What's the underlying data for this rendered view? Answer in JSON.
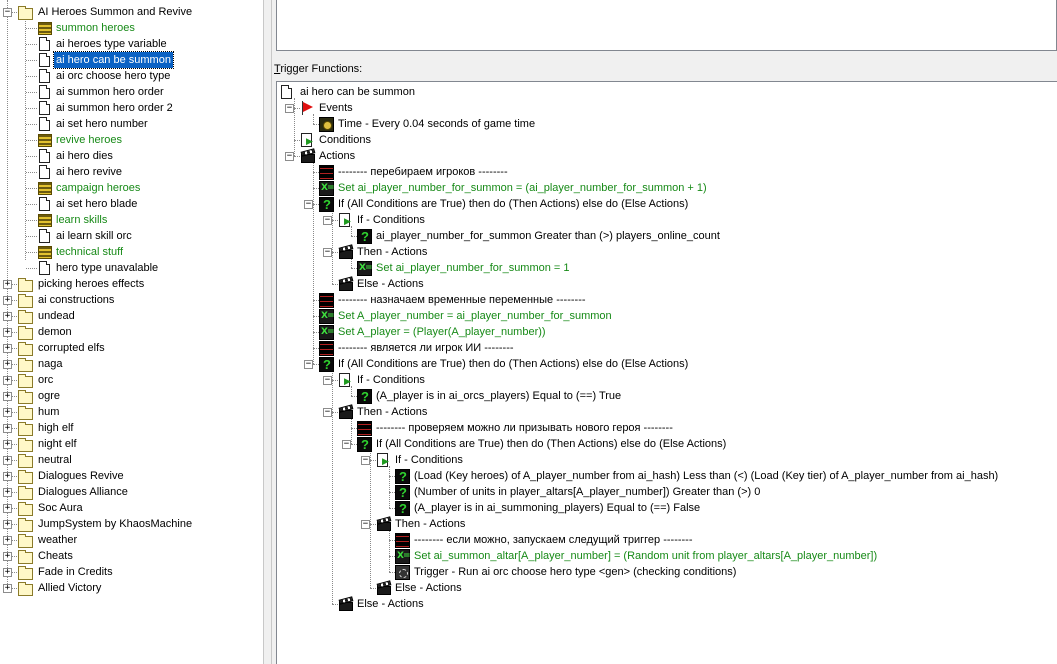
{
  "left_tree": {
    "items": [
      {
        "label": "AI Heroes Summon and Revive",
        "type": "folder",
        "level": 1,
        "expanded": true
      },
      {
        "label": "summon heroes",
        "type": "category",
        "level": 2
      },
      {
        "label": "ai heroes type variable",
        "type": "trigger",
        "level": 2
      },
      {
        "label": "ai hero can be summon",
        "type": "trigger",
        "level": 2,
        "selected": true
      },
      {
        "label": "ai orc choose hero type",
        "type": "trigger",
        "level": 2
      },
      {
        "label": "ai summon hero order",
        "type": "trigger",
        "level": 2
      },
      {
        "label": "ai summon hero order 2",
        "type": "trigger",
        "level": 2
      },
      {
        "label": "ai set hero number",
        "type": "trigger",
        "level": 2
      },
      {
        "label": "revive heroes",
        "type": "category",
        "level": 2
      },
      {
        "label": "ai hero dies",
        "type": "trigger",
        "level": 2
      },
      {
        "label": "ai hero revive",
        "type": "trigger",
        "level": 2
      },
      {
        "label": "campaign heroes",
        "type": "category",
        "level": 2
      },
      {
        "label": "ai set hero blade",
        "type": "trigger",
        "level": 2
      },
      {
        "label": "learn skills",
        "type": "category",
        "level": 2
      },
      {
        "label": "ai learn skill orc",
        "type": "trigger",
        "level": 2
      },
      {
        "label": "technical stuff",
        "type": "category",
        "level": 2
      },
      {
        "label": "hero type unavalable",
        "type": "trigger",
        "level": 2
      },
      {
        "label": "picking heroes effects",
        "type": "folder",
        "level": 0
      },
      {
        "label": "ai constructions",
        "type": "folder",
        "level": 0
      },
      {
        "label": "undead",
        "type": "folder",
        "level": 0
      },
      {
        "label": "demon",
        "type": "folder",
        "level": 0
      },
      {
        "label": "corrupted elfs",
        "type": "folder",
        "level": 0
      },
      {
        "label": "naga",
        "type": "folder",
        "level": 0
      },
      {
        "label": "orc",
        "type": "folder",
        "level": 0
      },
      {
        "label": "ogre",
        "type": "folder",
        "level": 0
      },
      {
        "label": "hum",
        "type": "folder",
        "level": 0
      },
      {
        "label": "high elf",
        "type": "folder",
        "level": 0
      },
      {
        "label": "night elf",
        "type": "folder",
        "level": 0
      },
      {
        "label": "neutral",
        "type": "folder",
        "level": 0
      },
      {
        "label": "Dialogues Revive",
        "type": "folder",
        "level": 0
      },
      {
        "label": "Dialogues Alliance",
        "type": "folder",
        "level": 0
      },
      {
        "label": "Soc Aura",
        "type": "folder",
        "level": 0
      },
      {
        "label": "JumpSystem by KhaosMachine",
        "type": "folder",
        "level": 0
      },
      {
        "label": "weather",
        "type": "folder",
        "level": 0
      },
      {
        "label": "Cheats",
        "type": "folder",
        "level": 0
      },
      {
        "label": "Fade in Credits",
        "type": "folder",
        "level": 0
      },
      {
        "label": "Allied Victory",
        "type": "folder",
        "level": 0
      }
    ]
  },
  "right_panel": {
    "functions_label": "Trigger Functions:",
    "functions_label_accel": "T",
    "functions_label_rest": "rigger Functions:"
  },
  "functions_tree": {
    "rows": [
      {
        "text": "ai hero can be summon",
        "icon": "doc",
        "level": 0
      },
      {
        "text": "Events",
        "icon": "flag",
        "level": 1,
        "expander": "-"
      },
      {
        "text": "Time - Every 0.04 seconds of game time",
        "icon": "time",
        "level": 2
      },
      {
        "text": "Conditions",
        "icon": "conds",
        "level": 1
      },
      {
        "text": "Actions",
        "icon": "clap",
        "level": 1,
        "expander": "-"
      },
      {
        "text": "-------- перебираем игроков --------",
        "icon": "comment",
        "level": 2
      },
      {
        "text": "Set ai_player_number_for_summon = (ai_player_number_for_summon + 1)",
        "icon": "set",
        "level": 2,
        "green": true
      },
      {
        "text": "If (All Conditions are True) then do (Then Actions) else do (Else Actions)",
        "icon": "if",
        "level": 2,
        "expander": "-"
      },
      {
        "text": "If - Conditions",
        "icon": "conds",
        "level": 3,
        "expander": "-"
      },
      {
        "text": "ai_player_number_for_summon Greater than (>) players_online_count",
        "icon": "cond",
        "level": 4
      },
      {
        "text": "Then - Actions",
        "icon": "clap",
        "level": 3,
        "expander": "-"
      },
      {
        "text": "Set ai_player_number_for_summon = 1",
        "icon": "set",
        "level": 4,
        "green": true
      },
      {
        "text": "Else - Actions",
        "icon": "clap",
        "level": 3
      },
      {
        "text": "-------- назначаем временные переменные --------",
        "icon": "comment",
        "level": 2
      },
      {
        "text": "Set A_player_number = ai_player_number_for_summon",
        "icon": "set",
        "level": 2,
        "green": true
      },
      {
        "text": "Set A_player = (Player(A_player_number))",
        "icon": "set",
        "level": 2,
        "green": true
      },
      {
        "text": "-------- является ли игрок ИИ --------",
        "icon": "comment",
        "level": 2
      },
      {
        "text": "If (All Conditions are True) then do (Then Actions) else do (Else Actions)",
        "icon": "if",
        "level": 2,
        "expander": "-"
      },
      {
        "text": "If - Conditions",
        "icon": "conds",
        "level": 3,
        "expander": "-"
      },
      {
        "text": "(A_player is in ai_orcs_players) Equal to (==) True",
        "icon": "cond",
        "level": 4
      },
      {
        "text": "Then - Actions",
        "icon": "clap",
        "level": 3,
        "expander": "-"
      },
      {
        "text": "-------- проверяем можно ли призывать нового героя --------",
        "icon": "comment",
        "level": 4
      },
      {
        "text": "If (All Conditions are True) then do (Then Actions) else do (Else Actions)",
        "icon": "if",
        "level": 4,
        "expander": "-"
      },
      {
        "text": "If - Conditions",
        "icon": "conds",
        "level": 5,
        "expander": "-"
      },
      {
        "text": "(Load (Key heroes) of A_player_number from ai_hash) Less than (<) (Load (Key tier) of A_player_number from ai_hash)",
        "icon": "cond",
        "level": 6
      },
      {
        "text": "(Number of units in player_altars[A_player_number]) Greater than (>) 0",
        "icon": "cond",
        "level": 6
      },
      {
        "text": "(A_player is in ai_summoning_players) Equal to (==) False",
        "icon": "cond",
        "level": 6
      },
      {
        "text": "Then - Actions",
        "icon": "clap",
        "level": 5,
        "expander": "-"
      },
      {
        "text": "-------- если можно, запускаем следущий триггер --------",
        "icon": "comment",
        "level": 6
      },
      {
        "text": "Set ai_summon_altar[A_player_number] = (Random unit from player_altars[A_player_number])",
        "icon": "set",
        "level": 6,
        "green": true
      },
      {
        "text": "Trigger - Run ai orc choose hero type <gen> (checking conditions)",
        "icon": "trig",
        "level": 6
      },
      {
        "text": "Else - Actions",
        "icon": "clap",
        "level": 5
      },
      {
        "text": "Else - Actions",
        "icon": "clap",
        "level": 3
      }
    ]
  },
  "colors": {
    "green_text": "#178a17",
    "selection": "#0b62c4",
    "panel_bg": "#f0f0f0"
  }
}
